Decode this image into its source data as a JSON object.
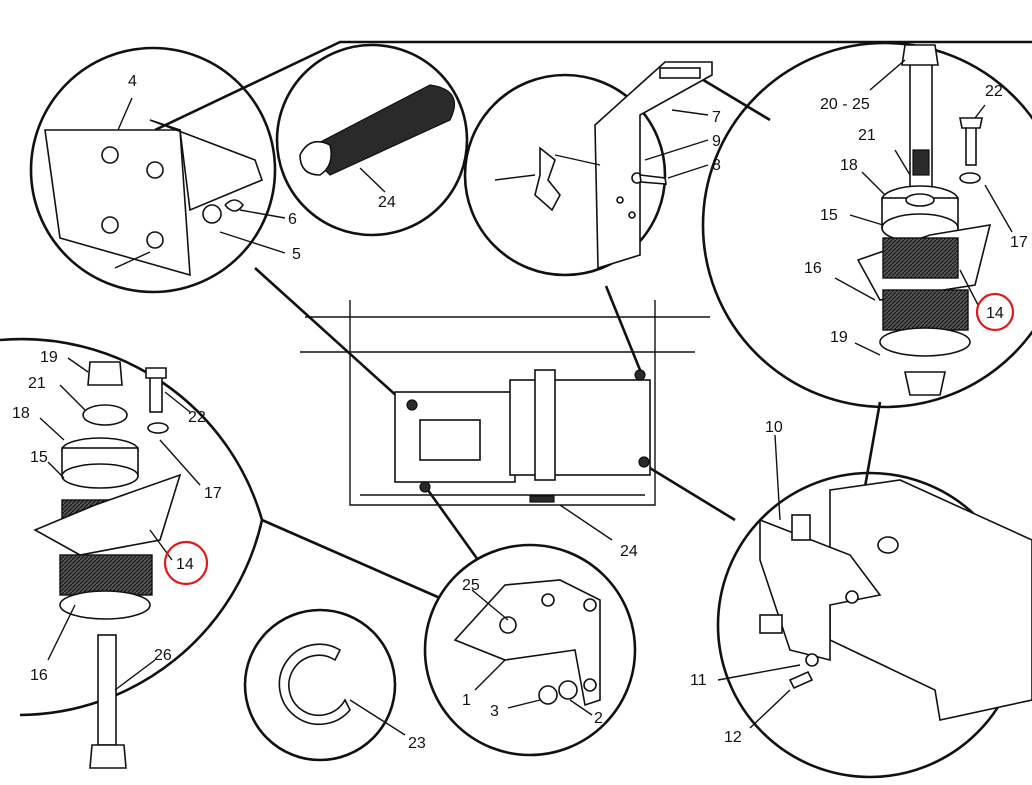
{
  "labels": {
    "p1": "1",
    "p2": "2",
    "p3": "3",
    "p4": "4",
    "p5": "5",
    "p6": "6",
    "p7": "7",
    "p8": "8",
    "p9": "9",
    "p10": "10",
    "p11": "11",
    "p12": "12",
    "p14": "14",
    "p15": "15",
    "p16": "16",
    "p17": "17",
    "p18": "18",
    "p19": "19",
    "p20_25": "20 - 25",
    "p21": "21",
    "p22": "22",
    "p23": "23",
    "p24": "24",
    "p25": "25",
    "p26": "26"
  },
  "callout_color": "#e01818"
}
